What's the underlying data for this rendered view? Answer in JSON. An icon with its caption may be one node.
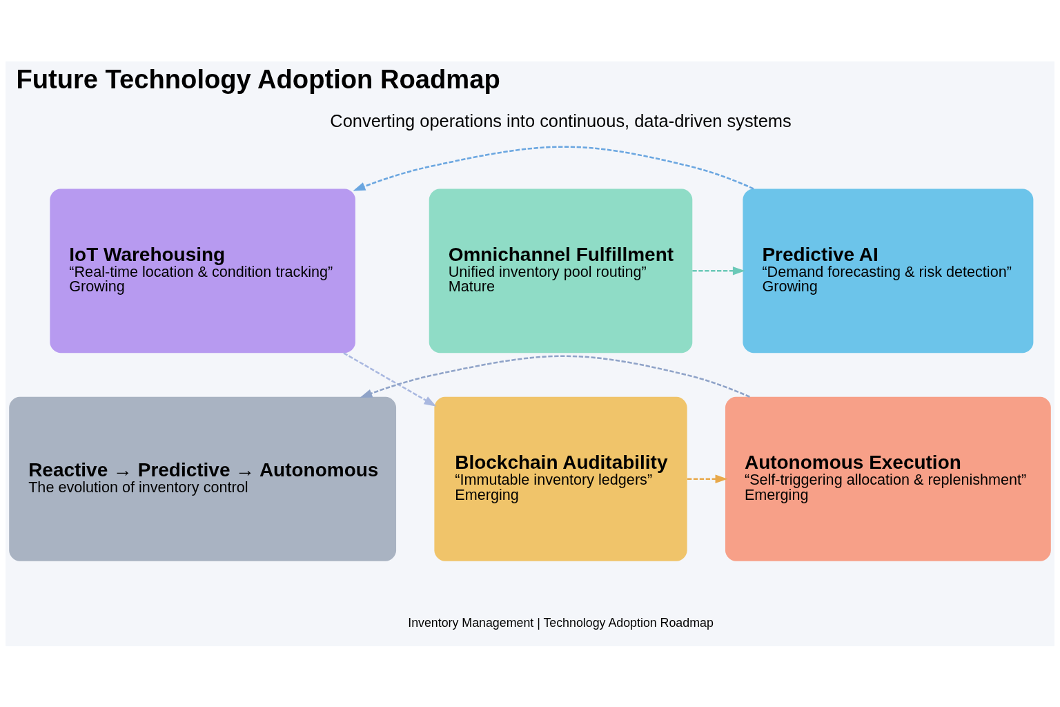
{
  "diagram": {
    "title": "Future Technology Adoption Roadmap",
    "nodes": [
      {
        "text": [
          "Omnichannel Fulfillment",
          "Unified inventory pool routing”",
          "Mature"
        ]
      },
      {
        "text": [
          "Predictive AI",
          "“Demand forecasting & risk detection”",
          "Growing"
        ]
      },
      {
        "text": [
          "IoT Warehousing",
          "“Real-time location & condition tracking”",
          "Growing"
        ]
      },
      {
        "text": [
          "Blockchain Auditability",
          "“Immutable inventory ledgers”",
          "Emerging"
        ]
      },
      {
        "text": [
          "Autonomous Execution",
          "“Self-triggering allocation & replenishment”",
          "Emerging"
        ]
      },
      {
        "text": [
          "Reactive → Predictive → Autonomous",
          "The evolution of inventory control"
        ]
      }
    ],
    "edges": [
      {
        "from": 0,
        "to": 1,
        "arrow": "to",
        "style": "dashed",
        "color": "#6cc9b8"
      },
      {
        "from": 1,
        "to": 2,
        "arrow": "to",
        "style": "dashed",
        "color": "#6aa6e0"
      },
      {
        "from": 2,
        "to": 3,
        "arrow": "to",
        "style": "dashed",
        "color": "#a9b8e0"
      },
      {
        "from": 3,
        "to": 4,
        "arrow": "to",
        "style": "dashed",
        "color": "#e8a84a"
      },
      {
        "from": 4,
        "to": 5,
        "arrow": "to",
        "style": "dashed",
        "color": "#8fa3c8"
      }
    ],
    "labels": [
      "Converting operations into continuous, data-driven systems",
      "Inventory Management | Technology Adoption Roadmap"
    ]
  }
}
